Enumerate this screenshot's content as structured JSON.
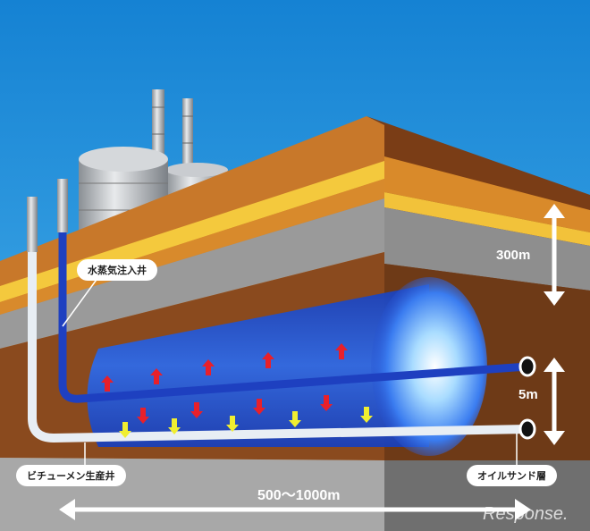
{
  "labels": {
    "steam_injection_well": "水蒸気注入井",
    "bitumen_production_well": "ビチューメン生産井",
    "oil_sand_layer": "オイルサンド層"
  },
  "dimensions": {
    "overburden_depth": "300m",
    "well_spacing": "5m",
    "horizontal_length": "500〜1000m"
  },
  "watermark": "Response.",
  "colors": {
    "sky": "#1a8ad8",
    "steam_chamber": "#1f4fd6",
    "heat_arrow": "#e8202a",
    "oil_flow_arrow": "#f0ee30",
    "oil_sand": "#8a4a1e"
  }
}
